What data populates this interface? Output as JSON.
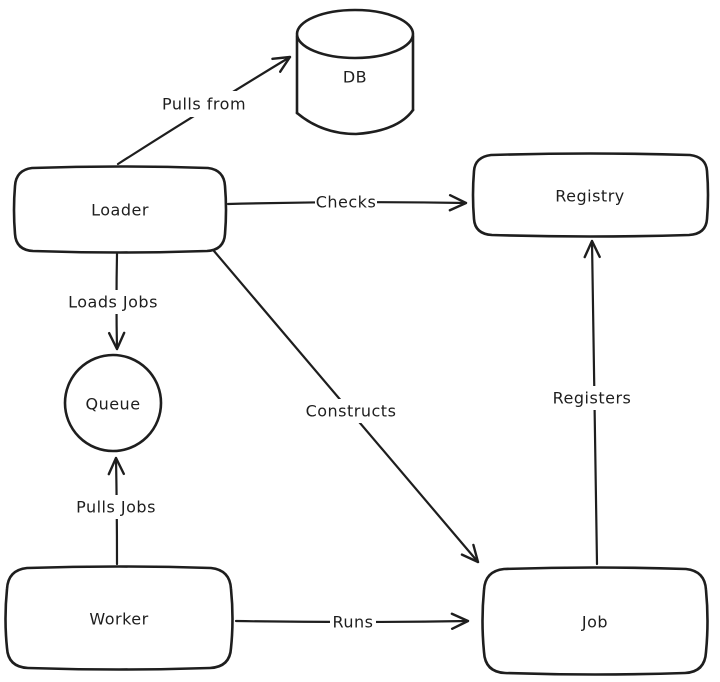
{
  "diagram": {
    "title": "",
    "colors": {
      "stroke": "#1e1e1e",
      "background": "#ffffff"
    },
    "nodes": {
      "db": {
        "label": "DB",
        "shape": "cylinder"
      },
      "loader": {
        "label": "Loader",
        "shape": "rounded-rect"
      },
      "registry": {
        "label": "Registry",
        "shape": "rounded-rect"
      },
      "queue": {
        "label": "Queue",
        "shape": "circle"
      },
      "worker": {
        "label": "Worker",
        "shape": "rounded-rect"
      },
      "job": {
        "label": "Job",
        "shape": "rounded-rect"
      }
    },
    "edges": [
      {
        "from": "Loader",
        "to": "DB",
        "label": "Pulls from"
      },
      {
        "from": "Loader",
        "to": "Registry",
        "label": "Checks"
      },
      {
        "from": "Loader",
        "to": "Queue",
        "label": "Loads Jobs"
      },
      {
        "from": "Worker",
        "to": "Queue",
        "label": "Pulls Jobs"
      },
      {
        "from": "Loader",
        "to": "Job",
        "label": "Constructs"
      },
      {
        "from": "Job",
        "to": "Registry",
        "label": "Registers"
      },
      {
        "from": "Worker",
        "to": "Job",
        "label": "Runs"
      }
    ]
  }
}
